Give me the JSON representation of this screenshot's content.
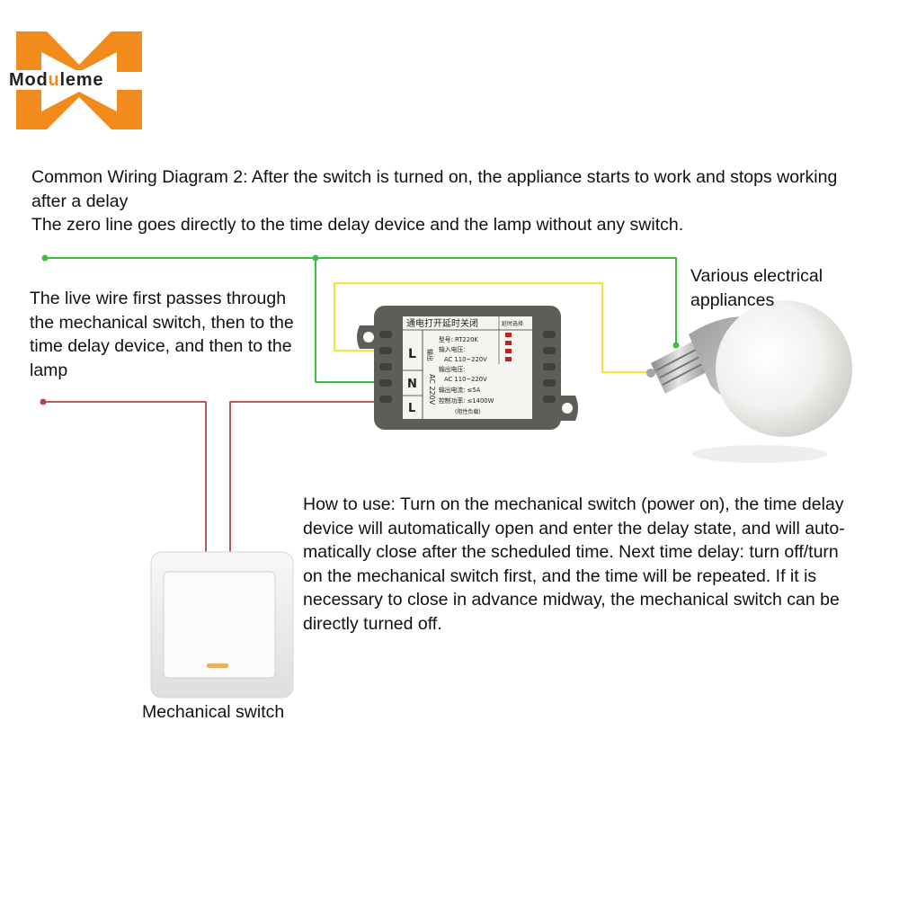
{
  "logo": {
    "pre": "Mod",
    "highlight": "u",
    "post": "leme"
  },
  "title": {
    "line1": "Common Wiring Diagram 2: After the switch is turned on, the appliance starts to work and stops working",
    "line2": "after a delay",
    "line3": "The zero line goes directly to the time delay device and the lamp without any switch."
  },
  "live_wire_note": {
    "lines": [
      "The live wire first passes through",
      "the mechanical switch, then to the",
      "time delay device, and then to the",
      "lamp"
    ]
  },
  "appliance_label": {
    "lines": [
      "Various electrical",
      "appliances"
    ]
  },
  "usage_note": {
    "lines": [
      "How to use: Turn on the mechanical switch (power on), the time delay",
      "device will automatically open and enter the delay state, and will auto-",
      "matically close after the scheduled time. Next time delay: turn off/turn",
      "on the mechanical switch first, and the time will be repeated. If it is",
      "necessary to close in advance midway, the mechanical switch can be",
      "directly turned off."
    ]
  },
  "switch_label": "Mechanical switch",
  "relay": {
    "title": "通电打开延时关闭",
    "mode_label": "延时选择",
    "spec_lines": [
      "型号: RT220K",
      "输入电压:",
      "AC 110~220V",
      "输出电压:",
      "AC 110~220V",
      "输出电流: ≤5A",
      "控制功率: ≤1400W",
      "(阻性负载)"
    ],
    "terminal_L": "L",
    "terminal_N": "N",
    "terminal_L2": "L",
    "voltage_label": "AC 220V",
    "output_label": "输出"
  },
  "colors": {
    "neutral_wire": "#3dbf3d",
    "output_wire": "#e8e84a",
    "live_wire": "#b04848",
    "logo_orange": "#f28a1c",
    "relay_body": "#5c5f58"
  }
}
